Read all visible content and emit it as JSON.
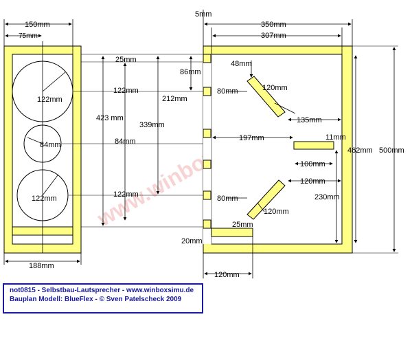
{
  "watermark": "www.winboxsimu.de",
  "front": {
    "width_label": "150mm",
    "center_label": "75mm",
    "bottom_label": "188mm",
    "woofer1_label": "122mm",
    "tweeter_label": "84mm",
    "woofer2_label": "122mm"
  },
  "middle": {
    "labels": [
      "25mm",
      "122mm",
      "84mm",
      "122mm",
      "423 mm",
      "339mm",
      "212mm",
      "86mm"
    ]
  },
  "side": {
    "top_small": "5mm",
    "outer_width": "350mm",
    "inner_width": "307mm",
    "outer_height": "500mm",
    "inner_height": "462mm",
    "depth_bottom": "120mm",
    "bottom_thickness": "20mm",
    "labels": [
      "48mm",
      "120mm",
      "80mm",
      "135mm",
      "197mm",
      "11mm",
      "100mm",
      "120mm",
      "230mm",
      "80mm",
      "120mm",
      "25mm"
    ]
  },
  "info": {
    "line1": "not0815 -  Selbstbau-Lautsprecher - www.winboxsimu.de",
    "line2": "Bauplan Modell: BlueFlex - © Sven Patelscheck 2009"
  },
  "colors": {
    "wood": "#ffff88",
    "outline": "#000000",
    "link": "#1a1aa0",
    "watermark": "#f0a0a0"
  }
}
